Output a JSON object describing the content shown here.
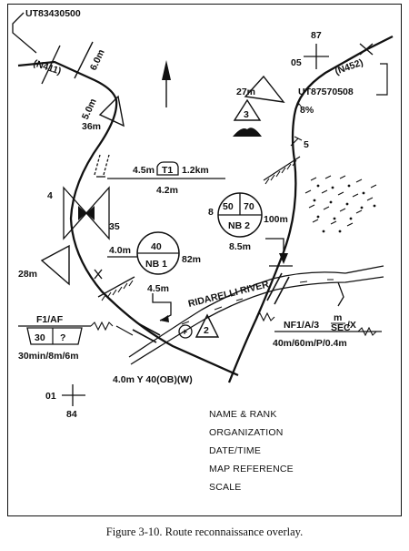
{
  "grid_top_left": "UT83430500",
  "route_north": "(N411)",
  "dist_60": "6.0m",
  "dist_50": "5.0m",
  "dist_36": "36m",
  "dist_27": "27m",
  "route_ne": "(N452)",
  "grid_ne": "UT87570508",
  "grid_tick_ne": {
    "top": "87",
    "left": "05"
  },
  "slope": "8%",
  "obstacle_3": "3",
  "tunnel": {
    "left": "4.5m",
    "box": "T1",
    "right": "1.2km",
    "below": "4.2m"
  },
  "curve_5": "5",
  "num_4": "4",
  "num_35": "35",
  "num_28": "28m",
  "bridge1": {
    "left": "4.0m",
    "top": "40",
    "bottom": "NB 1",
    "right": "82m",
    "below": "4.5m"
  },
  "bridge2": {
    "left": "8",
    "top_l": "50",
    "top_r": "70",
    "bottom": "NB 2",
    "right": "100m",
    "below": "8.5m"
  },
  "river": "RIDARELLI RIVER",
  "obstacle_2": "2",
  "plus_circle": "+",
  "ford": {
    "title": "F1/AF",
    "left": "30",
    "right": "?",
    "below": "30min/8m/6m"
  },
  "nf": {
    "text": "NF1/A/3",
    "frac_num": "m",
    "frac_den": "SEC",
    "suffix": "/X",
    "below": "40m/60m/P/0.4m"
  },
  "road_class": "4.0m Y 40(OB)(W)",
  "grid_tick_sw": {
    "left": "01",
    "bottom": "84"
  },
  "info_block": [
    "NAME & RANK",
    "ORGANIZATION",
    "DATE/TIME",
    "MAP REFERENCE",
    "SCALE"
  ],
  "caption": "Figure 3-10. Route reconnaissance overlay."
}
